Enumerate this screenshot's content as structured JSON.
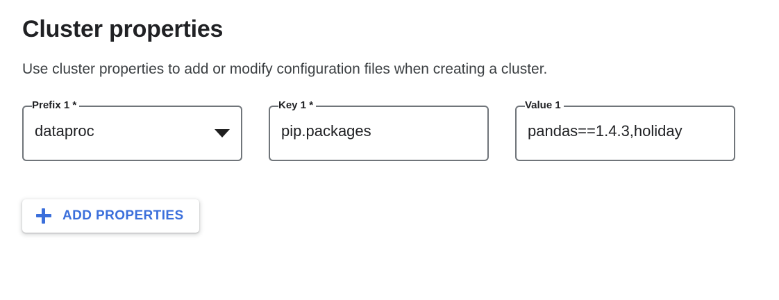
{
  "section": {
    "title": "Cluster properties",
    "description": "Use cluster properties to add or modify configuration files when creating a cluster."
  },
  "fields": [
    {
      "label": "Prefix 1 *",
      "value": "dataproc",
      "type": "select",
      "icon": "chevron-down-icon"
    },
    {
      "label": "Key 1 *",
      "value": "pip.packages",
      "type": "text"
    },
    {
      "label": "Value 1",
      "value": "pandas==1.4.3,holiday",
      "type": "text"
    }
  ],
  "actions": {
    "add_properties_label": "ADD PROPERTIES",
    "add_properties_icon": "plus-icon"
  },
  "colors": {
    "accent": "#3b6fdb",
    "field_border": "#70757a",
    "text_primary": "#202124",
    "text_secondary": "#3c4043",
    "background": "#ffffff"
  }
}
